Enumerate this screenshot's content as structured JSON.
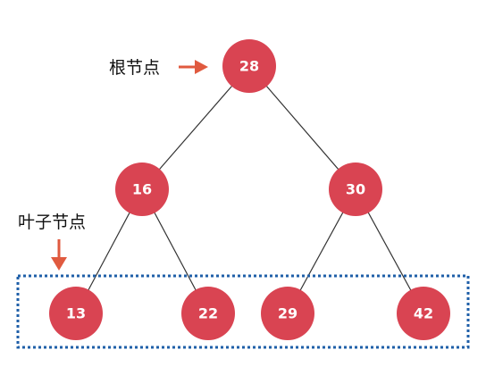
{
  "labels": {
    "root": "根节点",
    "leaves": "叶子节点"
  },
  "nodes": {
    "root": "28",
    "left": "16",
    "right": "30",
    "leaf1": "13",
    "leaf2": "22",
    "leaf3": "29",
    "leaf4": "42"
  },
  "colors": {
    "node_fill": "#d94452",
    "arrow": "#e05a3f",
    "leaf_box": "#1f5fa8"
  }
}
